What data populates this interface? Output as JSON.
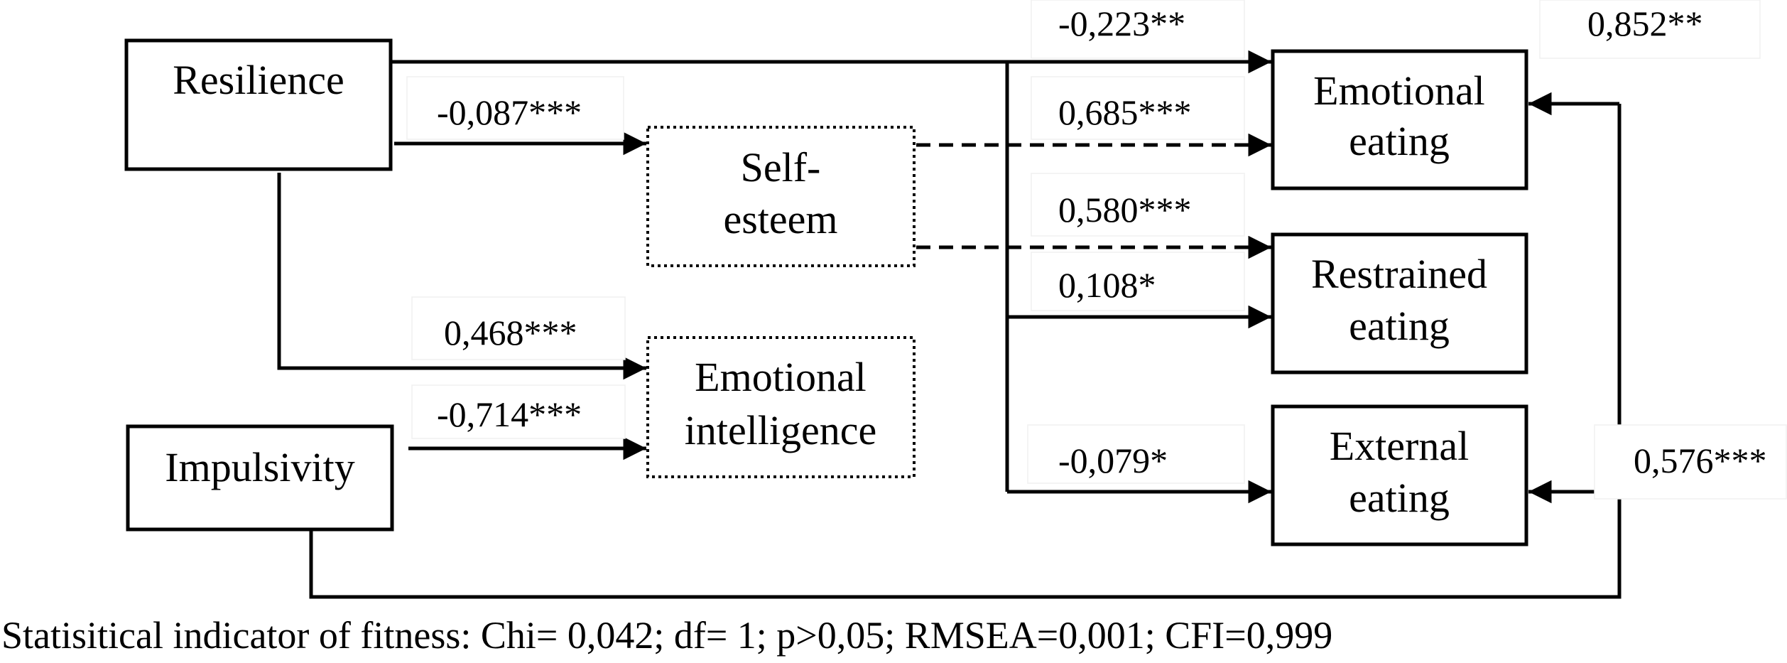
{
  "nodes": {
    "resilience": "Resilience",
    "impulsivity": "Impulsivity",
    "self_esteem": [
      "Self-",
      "esteem"
    ],
    "emotional_intelligence": [
      "Emotional",
      "intelligence"
    ],
    "emotional_eating": [
      "Emotional",
      "eating"
    ],
    "restrained_eating": [
      "Restrained",
      "eating"
    ],
    "external_eating": [
      "External",
      "eating"
    ]
  },
  "coefficients": {
    "resilience_to_emotional_eating": "-0,223**",
    "resilience_to_self_esteem": "-0,087***",
    "self_esteem_to_emotional_eating": "0,685***",
    "self_esteem_to_restrained_eating": "0,580***",
    "resilience_to_restrained_eating": "0,108*",
    "resilience_to_emotional_intelligence": "0,468***",
    "impulsivity_to_emotional_intelligence": "-0,714***",
    "resilience_to_external_eating": "-0,079*",
    "impulsivity_to_emotional_eating": "0,852**",
    "impulsivity_to_external_eating": "0,576***"
  },
  "fit_indicator": "Statisitical indicator of fitness: Chi= 0,042; df= 1; p>0,05; RMSEA=0,001; CFI=0,999"
}
